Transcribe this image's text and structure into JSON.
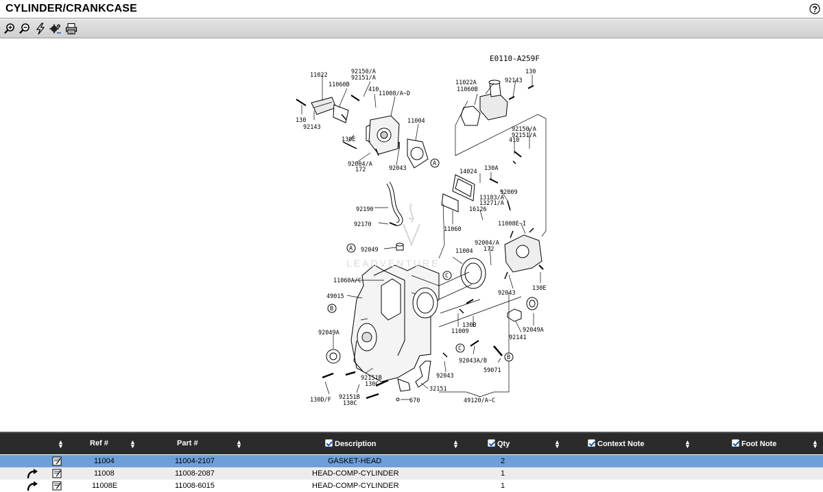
{
  "window": {
    "title": "CYLINDER/CRANKCASE"
  },
  "icons": {
    "help": "help-icon",
    "zoom_in": "zoom-in-icon",
    "zoom_out": "zoom-out-icon",
    "fit": "lightning-icon",
    "settings": "settings-icon",
    "print": "print-icon"
  },
  "diagram": {
    "code": "E0110-A259F",
    "watermark": "LEADVENTURE",
    "labels": {
      "l11022": "11022",
      "l92150a": "92150/A",
      "l92151a": "92151/A",
      "l11060b": "11060B",
      "l410": "410",
      "l11008ad": "11008/A~D",
      "l130a": "130",
      "l92143a": "92143",
      "l130e": "130E",
      "l11004a": "11004",
      "l92004a172": "92004/A",
      "l172": "172",
      "l92043a": "92043",
      "l11022a": "11022A",
      "l11060b2": "11060B",
      "l92143b": "92143",
      "l130b": "130",
      "l92150a2": "92150/A",
      "l92151a2": "92151/A",
      "l410b": "410",
      "l14024": "14024",
      "l130A": "130A",
      "l13183a": "13183/A",
      "l13271a": "13271/A",
      "l92009": "92009",
      "l16126": "16126",
      "l11060": "11060",
      "l11008ei": "11008E~I",
      "l92190": "92190",
      "l92170": "92170",
      "l92049": "92049",
      "l92004a2": "92004/A",
      "l172b": "172",
      "l11004b": "11004",
      "l11060ac": "11060A/C",
      "l49015": "49015",
      "l92043b": "92043",
      "l130e2": "130E",
      "l130B": "130B",
      "l11009": "11009",
      "l92049a": "92049A",
      "l92049a2": "92049A",
      "l92141": "92141",
      "l92043ab": "92043A/B",
      "l59071": "59071",
      "l92043c": "92043",
      "l92151b": "92151B",
      "l130c": "130C",
      "l32151": "32151",
      "l130df": "130D/F",
      "l92151b2": "92151B",
      "l130c2": "130C",
      "l670": "670",
      "l49120": "49120/A~C",
      "cA1": "A",
      "cA2": "A",
      "cB1": "B",
      "cB2": "B",
      "cC1": "C",
      "cC2": "C"
    }
  },
  "grid": {
    "columns": {
      "ref": "Ref #",
      "part": "Part #",
      "description": "Description",
      "qty": "Qty",
      "context": "Context Note",
      "foot": "Foot Note"
    },
    "rows": [
      {
        "ref": "11004",
        "part": "11004-2107",
        "description": "GASKET-HEAD",
        "qty": "2",
        "arrow": false
      },
      {
        "ref": "11008",
        "part": "11008-2087",
        "description": "HEAD-COMP-CYLINDER",
        "qty": "1",
        "arrow": true
      },
      {
        "ref": "11008E",
        "part": "11008-6015",
        "description": "HEAD-COMP-CYLINDER",
        "qty": "1",
        "arrow": true
      }
    ]
  }
}
